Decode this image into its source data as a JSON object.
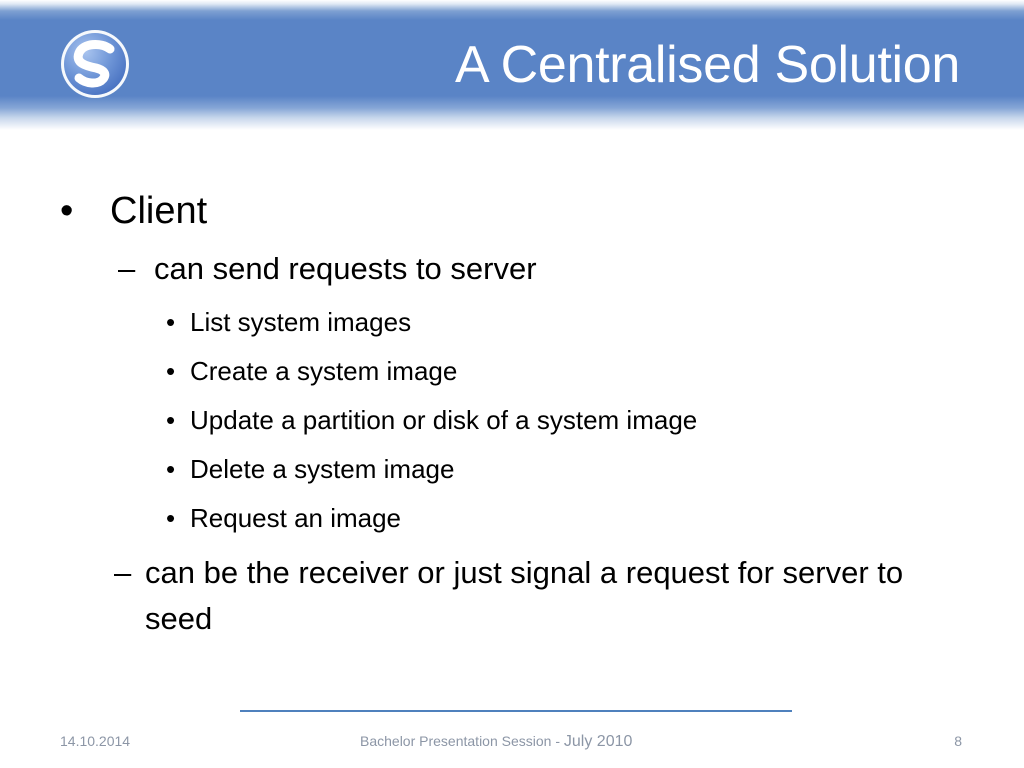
{
  "slide": {
    "title": "A Centralised Solution",
    "logo_icon": "s-logo-icon",
    "colors": {
      "header": "#5a84c6",
      "title_text": "#ffffff",
      "divider": "#4f81bd",
      "footer_text": "#8c96a6"
    }
  },
  "content": {
    "level1": {
      "bullet": "•",
      "text": "Client"
    },
    "level2_first": {
      "bullet": "–",
      "text": "can send requests to server"
    },
    "level3_items": [
      {
        "bullet": "•",
        "text": "List system images"
      },
      {
        "bullet": "•",
        "text": "Create a system image"
      },
      {
        "bullet": "•",
        "text": "Update a partition or disk of a system image"
      },
      {
        "bullet": "•",
        "text": "Delete a system image"
      },
      {
        "bullet": "•",
        "text": "Request an image"
      }
    ],
    "level2_second": {
      "bullet": "–",
      "text": "can be the receiver or just signal a request for server to seed"
    }
  },
  "footer": {
    "date": "14.10.2014",
    "center_main": "Bachelor Presentation Session -",
    "center_extra": "July 2010",
    "page": "8"
  }
}
